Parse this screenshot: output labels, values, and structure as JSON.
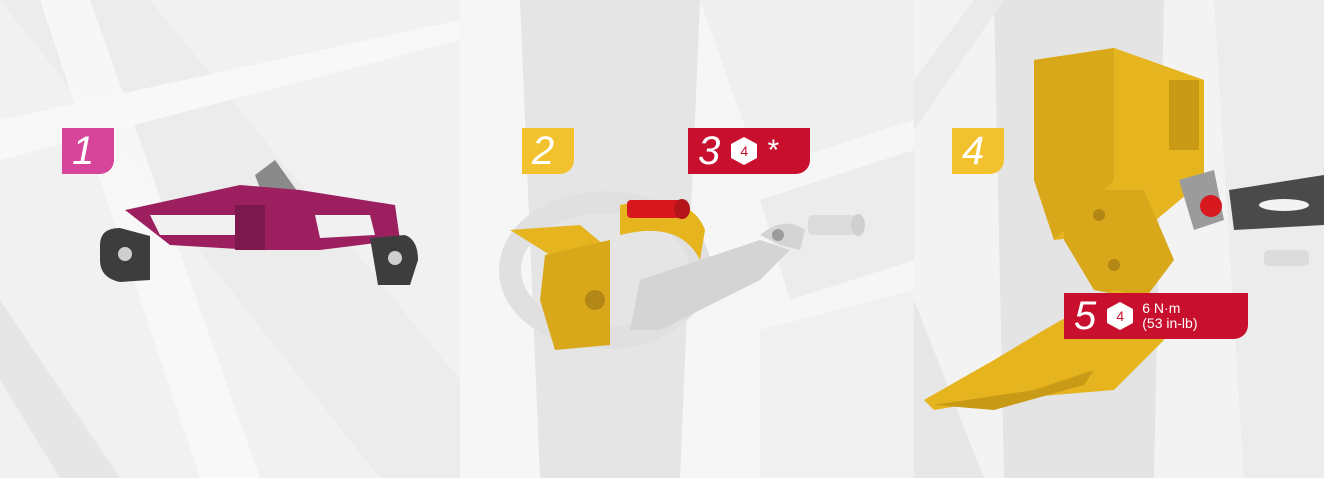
{
  "colors": {
    "magenta": "#d6459a",
    "yellow": "#f2c12e",
    "red": "#c8102e",
    "part_magenta": "#9c2060",
    "part_yellow": "#e6b41f",
    "part_gray": "#cfcfcf",
    "bolt_red": "#d8181f"
  },
  "steps": [
    {
      "number": "1"
    },
    {
      "number": "2"
    },
    {
      "number": "3",
      "tool": "4",
      "note": "*"
    },
    {
      "number": "4"
    },
    {
      "number": "5",
      "tool": "4",
      "torque_nm": "6 N·m",
      "torque_inlb": "(53 in-lb)"
    }
  ],
  "icons": [
    "hex-key-icon"
  ]
}
